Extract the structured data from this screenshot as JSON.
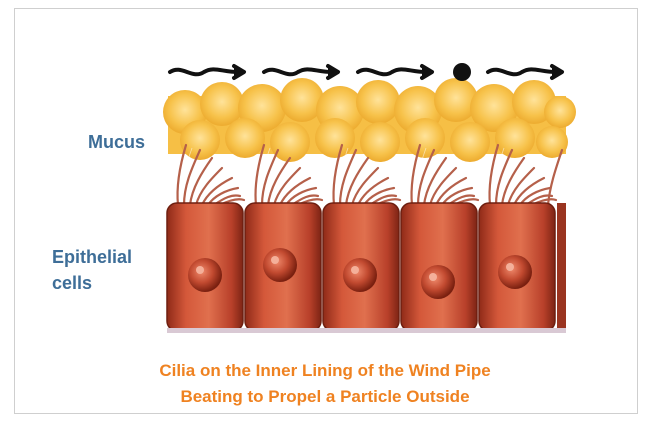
{
  "labels": {
    "mucus": "Mucus",
    "epithelial_line1": "Epithelial",
    "epithelial_line2": "cells"
  },
  "caption": {
    "line1": "Cilia on the Inner Lining of the Wind Pipe",
    "line2": "Beating to Propel a Particle Outside"
  },
  "colors": {
    "label": "#3e6e98",
    "caption": "#ef8221",
    "mucus": "#f7c24a",
    "cell": "#b8402a",
    "cilia": "#b5604a"
  },
  "diagram": {
    "cell_count": 5,
    "arrow_count": 4,
    "particle_count": 1
  }
}
